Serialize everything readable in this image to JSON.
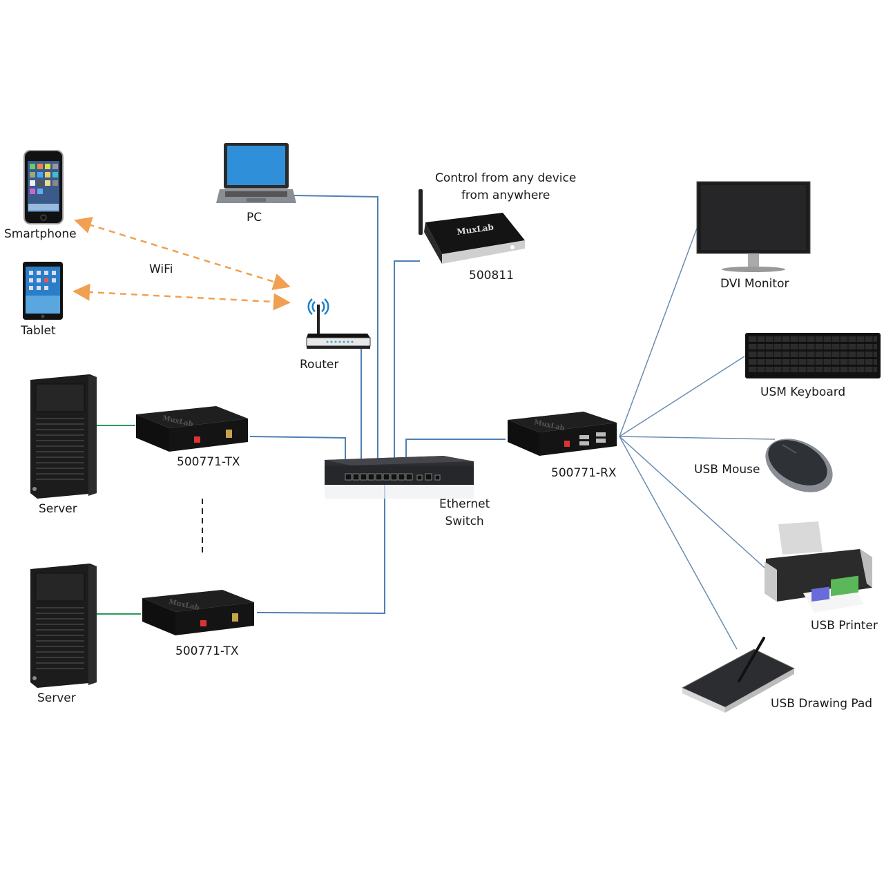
{
  "diagram": {
    "colors": {
      "ethernet_line": "#4f7fb5",
      "wifi_line": "#f0a050",
      "hdmi_line": "#2a9a5a",
      "usb_line": "#6a8caf",
      "device_body": "#1e1e1e"
    },
    "devices": {
      "smartphone": {
        "label": "Smartphone",
        "icon": "smartphone-icon"
      },
      "tablet": {
        "label": "Tablet",
        "icon": "tablet-icon"
      },
      "pc": {
        "label": "PC",
        "icon": "laptop-icon"
      },
      "controller": {
        "label": "500811",
        "icon": "network-controller-icon",
        "caption_line1": "Control from any device",
        "caption_line2": "from anywhere"
      },
      "router": {
        "label": "Router",
        "icon": "router-icon"
      },
      "server1": {
        "label": "Server",
        "icon": "server-tower-icon"
      },
      "server2": {
        "label": "Server",
        "icon": "server-tower-icon"
      },
      "tx1": {
        "label": "500771-TX",
        "icon": "kvm-transmitter-icon"
      },
      "tx2": {
        "label": "500771-TX",
        "icon": "kvm-transmitter-icon"
      },
      "switch": {
        "label_line1": "Ethernet",
        "label_line2": "Switch",
        "icon": "ethernet-switch-icon"
      },
      "rx": {
        "label": "500771-RX",
        "icon": "kvm-receiver-icon"
      },
      "monitor": {
        "label": "DVI Monitor",
        "icon": "monitor-icon"
      },
      "keyboard": {
        "label": "USM Keyboard",
        "icon": "keyboard-icon"
      },
      "mouse": {
        "label": "USB Mouse",
        "icon": "mouse-icon"
      },
      "printer": {
        "label": "USB Printer",
        "icon": "printer-icon"
      },
      "drawing_pad": {
        "label": "USB Drawing Pad",
        "icon": "drawing-pad-icon"
      }
    },
    "wifi_label": "WiFi",
    "connections": [
      {
        "from": "smartphone",
        "to": "router",
        "type": "wifi"
      },
      {
        "from": "tablet",
        "to": "router",
        "type": "wifi"
      },
      {
        "from": "pc",
        "to": "switch",
        "type": "ethernet"
      },
      {
        "from": "controller",
        "to": "switch",
        "type": "ethernet"
      },
      {
        "from": "router",
        "to": "switch",
        "type": "ethernet"
      },
      {
        "from": "tx1",
        "to": "switch",
        "type": "ethernet"
      },
      {
        "from": "tx2",
        "to": "switch",
        "type": "ethernet"
      },
      {
        "from": "rx",
        "to": "switch",
        "type": "ethernet"
      },
      {
        "from": "server1",
        "to": "tx1",
        "type": "video"
      },
      {
        "from": "server2",
        "to": "tx2",
        "type": "video"
      },
      {
        "from": "rx",
        "to": "monitor",
        "type": "peripheral"
      },
      {
        "from": "rx",
        "to": "keyboard",
        "type": "peripheral"
      },
      {
        "from": "rx",
        "to": "mouse",
        "type": "peripheral"
      },
      {
        "from": "rx",
        "to": "printer",
        "type": "peripheral"
      },
      {
        "from": "rx",
        "to": "drawing_pad",
        "type": "peripheral"
      }
    ]
  }
}
